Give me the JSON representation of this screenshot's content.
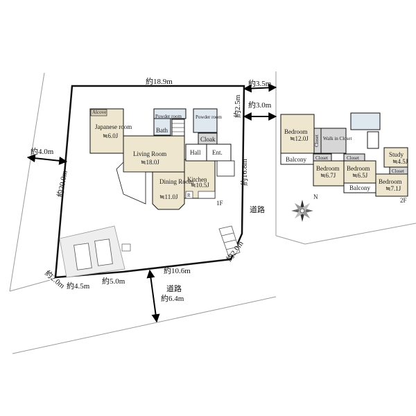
{
  "site": {
    "dims": {
      "top": "約18.9m",
      "left_side": "約20.0m",
      "right_side": "約16.8m",
      "bottom_main": "約10.6m",
      "bottom_a": "約5.0m",
      "bottom_b": "約4.5m",
      "corner_left": "約2.0m",
      "corner_right": "約2.0m",
      "west_gap": "約4.0m",
      "ne_gap_a": "約3.5m",
      "ne_gap_b": "約3.0m",
      "ne_vertical": "約2.5m",
      "road_width": "約6.4m"
    },
    "road_labels": {
      "east": "道路",
      "south": "道路"
    }
  },
  "floor1": {
    "label": "1F",
    "rooms": {
      "alcove": "Alcove",
      "japanese_name": "Japanese room",
      "japanese_size": "≒6.0J",
      "living_name": "Living Room",
      "living_size": "≒18.0J",
      "dining_name": "Dining Room",
      "dining_size": "≒11.0J",
      "kitchen_name": "Kitchen",
      "kitchen_size": "≒10.5J",
      "powder1": "Powder room",
      "powder2": "Powder room",
      "bath": "Bath",
      "cloak": "Cloak",
      "hall": "Hall",
      "ent": "Ent.",
      "refrigerator": "R"
    }
  },
  "floor2": {
    "label": "2F",
    "rooms": {
      "bed1_name": "Bedroom",
      "bed1_size": "≒12.0J",
      "walkin": "Walk in Closet",
      "closet_v": "Closet",
      "balcony1": "Balcony",
      "bed2_name": "Bedroom",
      "bed2_size": "≒6.7J",
      "closet2": "Closet",
      "bed3_name": "Bedroom",
      "bed3_size": "≒6.5J",
      "closet3": "Closet",
      "study_name": "Study",
      "study_size": "≒4.5J",
      "closet4": "Closet",
      "bed4_name": "Bedroom",
      "bed4_size": "≒7.1J",
      "balcony2": "Balcony"
    }
  },
  "compass": {
    "north": "N"
  },
  "colors": {
    "room_fill": "#efe6d0",
    "wet_fill": "#dfe7ef",
    "grey_fill": "#d6d6d6",
    "outline": "#111111",
    "light_line": "#999999"
  }
}
